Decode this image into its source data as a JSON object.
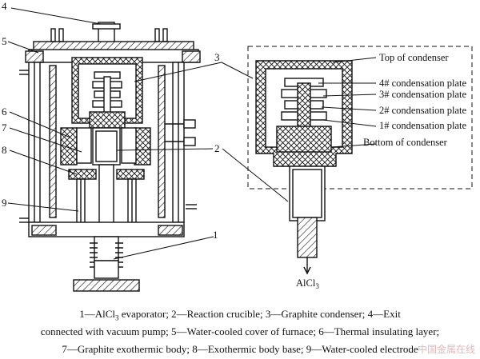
{
  "callouts": {
    "n1": "1",
    "n2": "2",
    "n2b": "2",
    "n3": "3",
    "n3b": "3",
    "n4": "4",
    "n5": "5",
    "n6": "6",
    "n7": "7",
    "n8": "8",
    "n9": "9"
  },
  "detail": {
    "top": "Top of condenser",
    "plate4": "4# condensation plate",
    "plate3": "3# condensation plate",
    "plate2": "2# condensation plate",
    "plate1": "1# condensation plate",
    "bottom": "Bottom of condenser",
    "inlet_main": "AlCl",
    "inlet_sub": "3"
  },
  "caption": {
    "line1": {
      "p1": "1—AlCl",
      "s1": "3",
      "p2": " evaporator; 2—Reaction crucible; 3—Graphite condenser; 4—Exit"
    },
    "line2": "connected with vacuum pump; 5—Water-cooled cover of furnace; 6—Thermal insulating layer;",
    "line3": "7—Graphite exothermic body; 8—Exothermic body base; 9—Water-cooled electrode"
  },
  "watermark": "中国金属在线",
  "colors": {
    "line": "#111111",
    "fill": "#ffffff",
    "watermark": "#e8b6b6"
  }
}
